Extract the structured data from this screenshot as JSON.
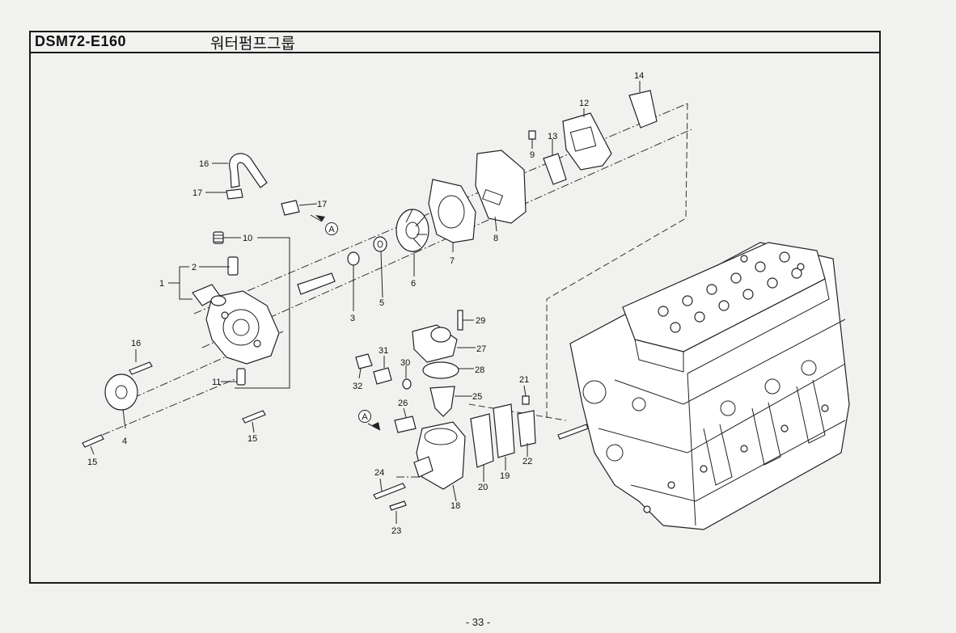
{
  "header": {
    "code": "DSM72-E160",
    "title": "워터펌프그룹"
  },
  "callouts": {
    "c1": "1",
    "c2": "2",
    "c3": "3",
    "c4": "4",
    "c5": "5",
    "c6": "6",
    "c7": "7",
    "c8": "8",
    "c9": "9",
    "c10": "10",
    "c11": "11",
    "c12": "12",
    "c13": "13",
    "c14": "14",
    "c15a": "15",
    "c15b": "15",
    "c16a": "16",
    "c16b": "16",
    "c17a": "17",
    "c17b": "17",
    "c18": "18",
    "c19": "19",
    "c20": "20",
    "c21": "21",
    "c22": "22",
    "c23": "23",
    "c24": "24",
    "c25": "25",
    "c26": "26",
    "c27": "27",
    "c28": "28",
    "c29": "29",
    "c30": "30",
    "c31": "31",
    "c32": "32"
  },
  "markers": {
    "a1": "A",
    "a2": "A"
  },
  "footer": {
    "page": "- 33 -"
  }
}
